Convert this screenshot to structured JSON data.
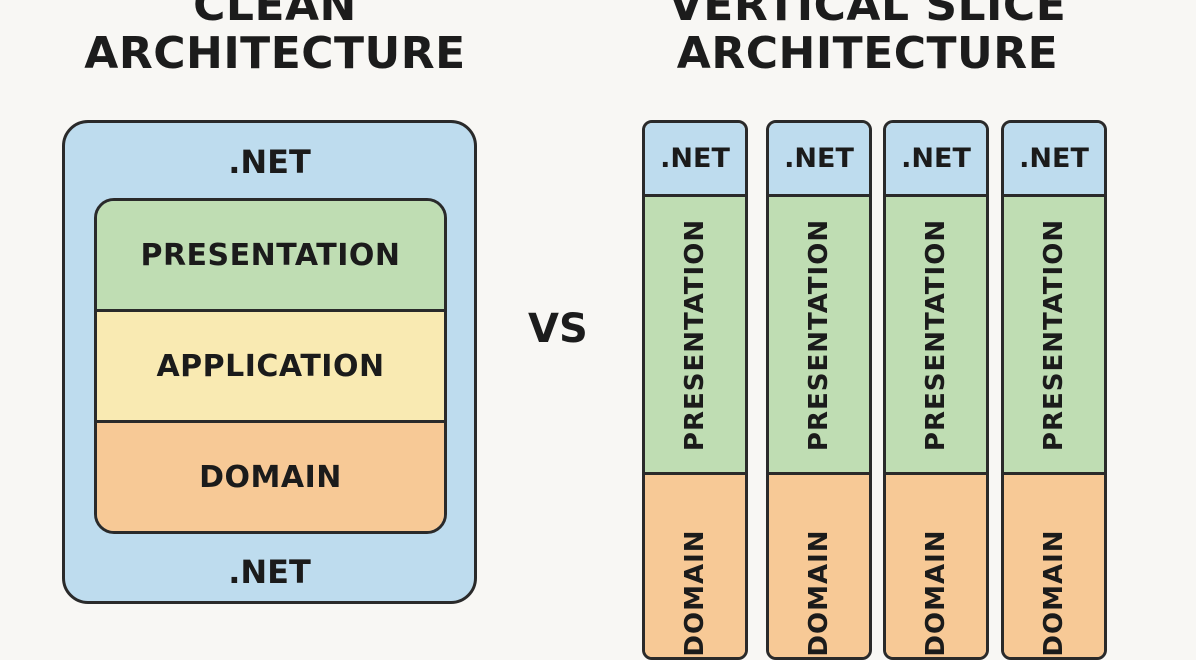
{
  "left": {
    "title_line1": "CLEAN",
    "title_line2": "ARCHITECTURE",
    "outer_top_label": ".NET",
    "outer_bottom_label": ".NET",
    "layers": [
      "PRESENTATION",
      "APPLICATION",
      "DOMAIN"
    ]
  },
  "vs_label": "VS",
  "right": {
    "title_line1": "VERTICAL SLICE",
    "title_line2": "ARCHITECTURE",
    "slices": [
      {
        "top": ".NET",
        "middle": "PRESENTATION",
        "bottom": "DOMAIN"
      },
      {
        "top": ".NET",
        "middle": "PRESENTATION",
        "bottom": "DOMAIN"
      },
      {
        "top": ".NET",
        "middle": "PRESENTATION",
        "bottom": "DOMAIN"
      },
      {
        "top": ".NET",
        "middle": "PRESENTATION",
        "bottom": "DOMAIN"
      }
    ]
  },
  "colors": {
    "net": "#bedcee",
    "presentation": "#bfddb3",
    "application": "#f9eab2",
    "domain": "#f7c996",
    "outline": "#2a2a2a"
  }
}
